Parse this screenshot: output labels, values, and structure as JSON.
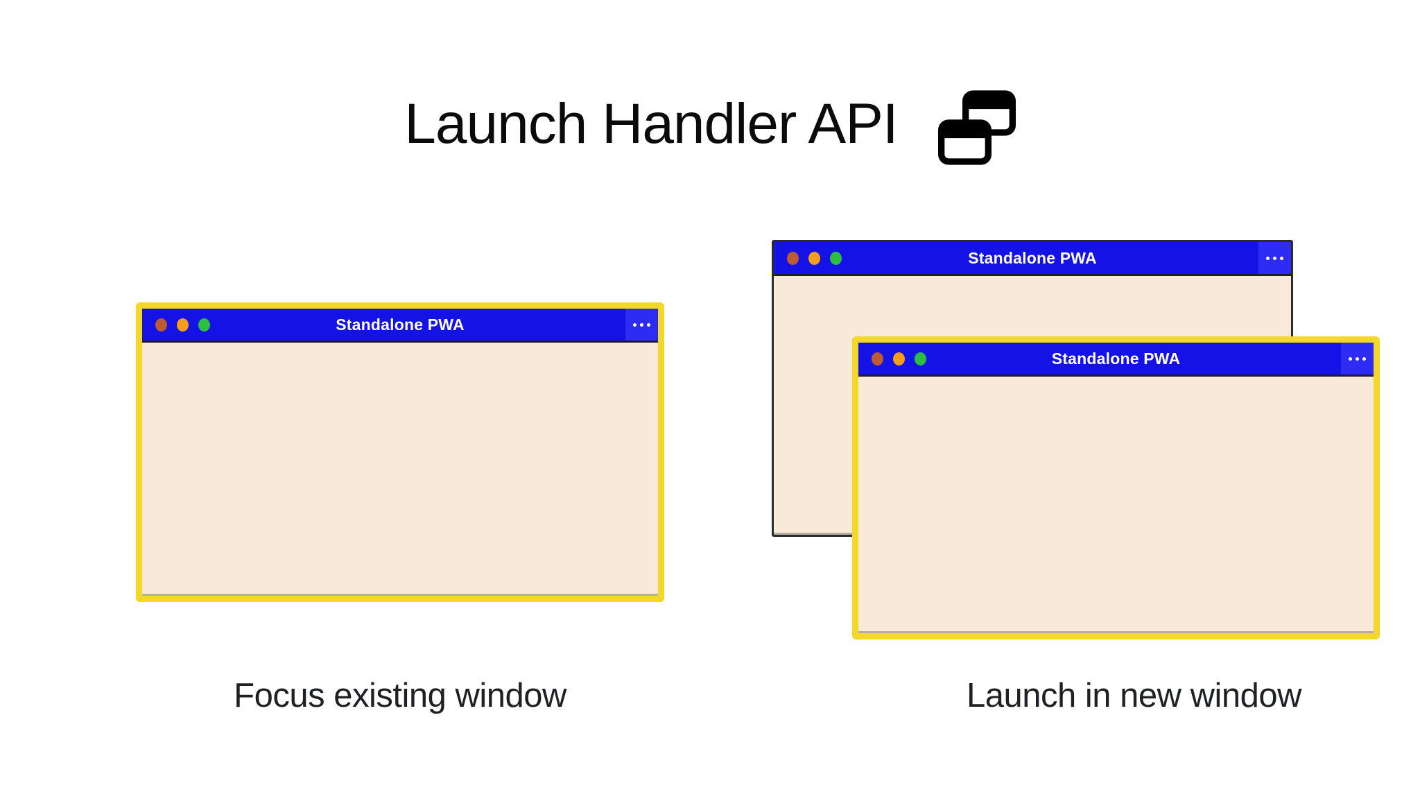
{
  "header": {
    "title": "Launch Handler API",
    "icon": "overlapping-windows-icon"
  },
  "panels": {
    "left": {
      "caption": "Focus existing window",
      "window": {
        "title": "Standalone PWA",
        "frame": "focused-yellow"
      }
    },
    "right": {
      "caption": "Launch in new window",
      "back_window": {
        "title": "Standalone PWA",
        "frame": "plain-dark"
      },
      "front_window": {
        "title": "Standalone PWA",
        "frame": "focused-yellow"
      }
    }
  },
  "window_chrome": {
    "controls": [
      "close",
      "minimize",
      "maximize"
    ],
    "menu_icon": "ellipsis-icon"
  },
  "colors": {
    "titlebar_blue": "#1412E4",
    "menu_button_blue": "#2D2BF4",
    "window_body": "#F8E9D8",
    "focus_border_yellow": "#F3D829",
    "control_red": "#BD5B32",
    "control_orange": "#F69D1B",
    "control_green": "#2CBF3F"
  }
}
